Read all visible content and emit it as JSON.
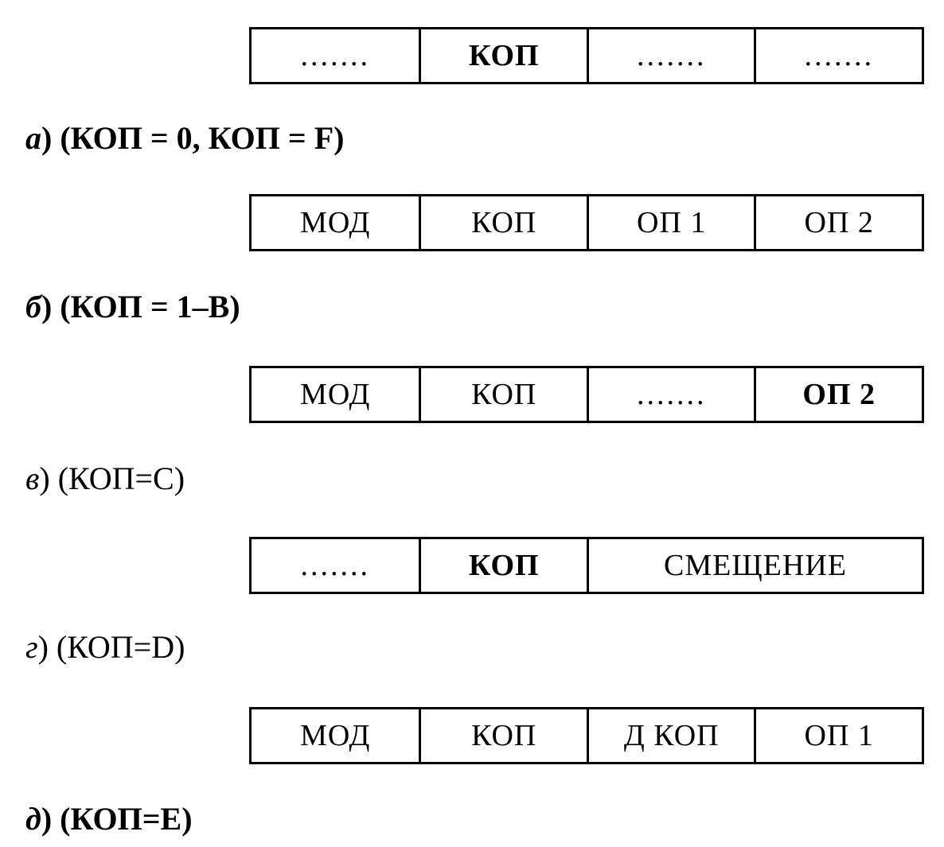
{
  "formats": [
    {
      "fields": [
        {
          "label": "......."
        },
        {
          "label": "КОП"
        },
        {
          "label": "......."
        },
        {
          "label": "......."
        }
      ],
      "caption": {
        "letter": "а",
        "text": ") (КОП = 0, КОП = F)"
      }
    },
    {
      "fields": [
        {
          "label": "МОД"
        },
        {
          "label": "КОП"
        },
        {
          "label": "ОП 1"
        },
        {
          "label": "ОП 2"
        }
      ],
      "caption": {
        "letter": "б",
        "text": ") (КОП = 1–B)"
      }
    },
    {
      "fields": [
        {
          "label": "МОД"
        },
        {
          "label": "КОП"
        },
        {
          "label": "......."
        },
        {
          "label": "ОП 2"
        }
      ],
      "caption": {
        "letter": "в",
        "text": ") (КОП=С)"
      }
    },
    {
      "fields": [
        {
          "label": "......."
        },
        {
          "label": "КОП"
        },
        {
          "label": "СМЕЩЕНИЕ"
        }
      ],
      "caption": {
        "letter": "г",
        "text": ") (КОП=D)"
      }
    },
    {
      "fields": [
        {
          "label": "МОД"
        },
        {
          "label": "КОП"
        },
        {
          "label": "Д КОП"
        },
        {
          "label": "ОП 1"
        }
      ],
      "caption": {
        "letter": "д",
        "text": ") (КОП=Е)"
      }
    }
  ]
}
